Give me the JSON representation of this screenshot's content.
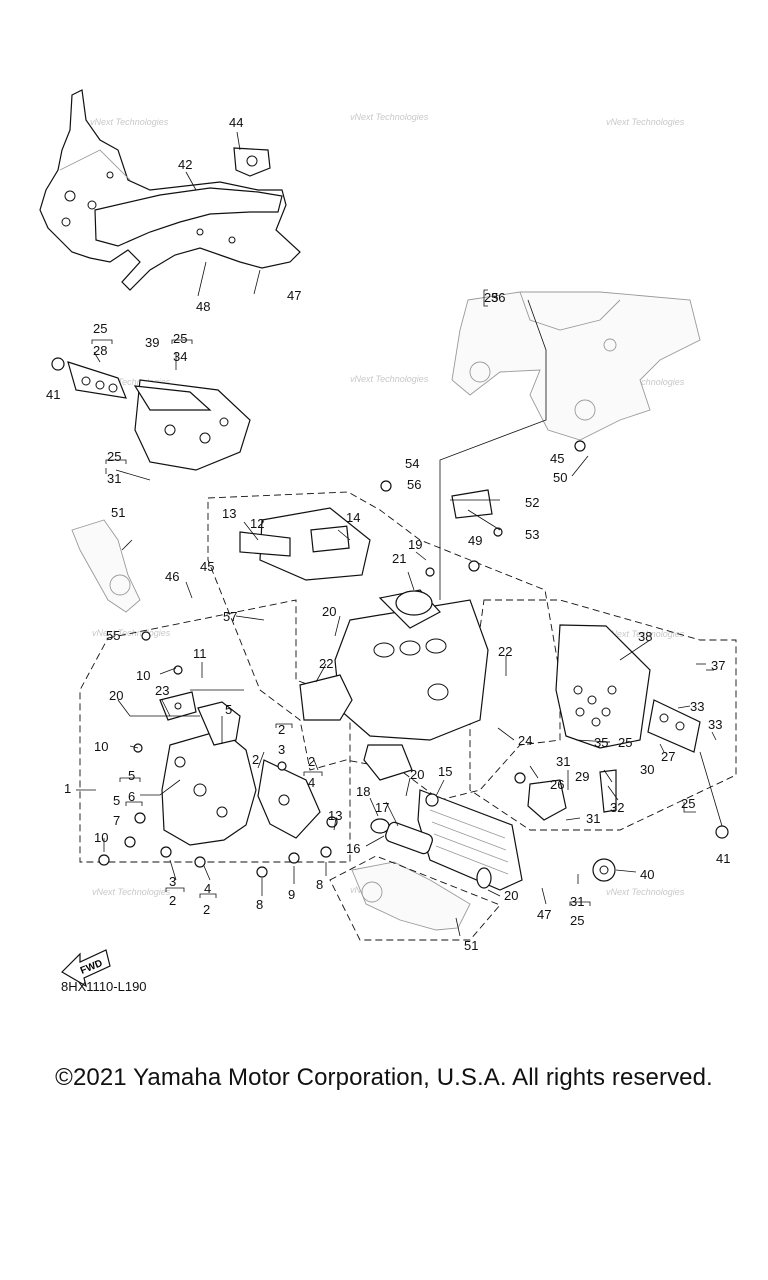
{
  "diagram": {
    "code": "8HX1110-L190",
    "fwd_label": "FWD",
    "watermark": "vNext Technologies",
    "callouts": {
      "c1": "1",
      "c2a": "2",
      "c2b": "2",
      "c2c": "2",
      "c2d": "2",
      "c2e": "2",
      "c3a": "3",
      "c3b": "3",
      "c4a": "4",
      "c4b": "4",
      "c5a": "5",
      "c5b": "5",
      "c5c": "5",
      "c6": "6",
      "c7": "7",
      "c8a": "8",
      "c8b": "8",
      "c9": "9",
      "c10a": "10",
      "c10b": "10",
      "c10c": "10",
      "c11": "11",
      "c12": "12",
      "c13a": "13",
      "c13b": "13",
      "c14": "14",
      "c15": "15",
      "c16": "16",
      "c17": "17",
      "c18": "18",
      "c19": "19",
      "c20a": "20",
      "c20b": "20",
      "c20c": "20",
      "c20d": "20",
      "c21": "21",
      "c22a": "22",
      "c22b": "22",
      "c23": "23",
      "c24": "24",
      "c25a": "25",
      "c25b": "25",
      "c25c": "25",
      "c25d": "25",
      "c25e": "25",
      "c25f": "25",
      "c25g": "25",
      "c26": "26",
      "c27": "27",
      "c28": "28",
      "c29": "29",
      "c30": "30",
      "c31a": "31",
      "c31b": "31",
      "c31c": "31",
      "c31d": "31",
      "c32": "32",
      "c33a": "33",
      "c33b": "33",
      "c34": "34",
      "c35": "35",
      "c36": "36",
      "c37": "37",
      "c38": "38",
      "c39": "39",
      "c40": "40",
      "c41a": "41",
      "c41b": "41",
      "c42": "42",
      "c44": "44",
      "c45a": "45",
      "c45b": "45",
      "c46": "46",
      "c47a": "47",
      "c47b": "47",
      "c48": "48",
      "c49": "49",
      "c50": "50",
      "c51a": "51",
      "c51b": "51",
      "c52": "52",
      "c53": "53",
      "c54": "54",
      "c55": "55",
      "c56": "56",
      "c57": "57"
    }
  },
  "copyright": "©2021 Yamaha Motor Corporation, U.S.A. All rights reserved."
}
